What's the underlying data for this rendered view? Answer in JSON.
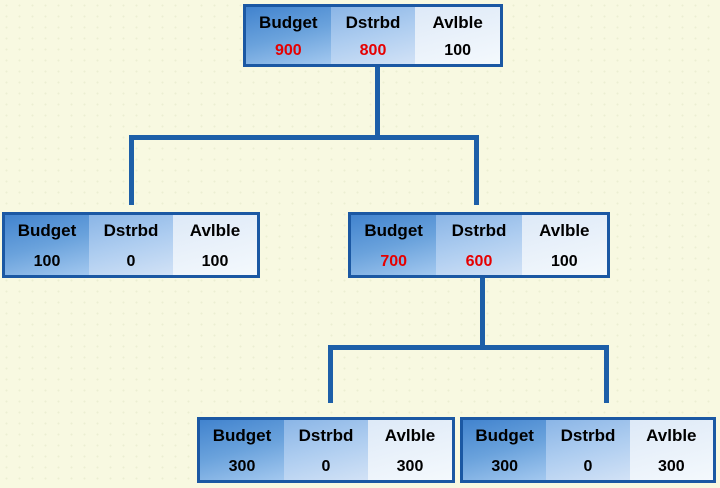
{
  "diagram": {
    "title": "budget-distribution-tree",
    "background_color": "#f8f9e1",
    "connector_color": "#1d5fa8",
    "table_border_color": "#1b58a3",
    "budget_column_color": "#4183ce",
    "dstrbd_column_color": "#8ab5e6",
    "avlble_column_color": "#dde9f7",
    "red_value_color": "#e60000",
    "column_headers": [
      "Budget",
      "Dstrbd",
      "Avlble"
    ]
  },
  "nodes": {
    "root": {
      "values": [
        "900",
        "800",
        "100"
      ],
      "value_colors": [
        "red",
        "red",
        "black"
      ]
    },
    "mid_left": {
      "values": [
        "100",
        "0",
        "100"
      ],
      "value_colors": [
        "black",
        "black",
        "black"
      ]
    },
    "mid_right": {
      "values": [
        "700",
        "600",
        "100"
      ],
      "value_colors": [
        "red",
        "red",
        "black"
      ]
    },
    "bottom_left": {
      "values": [
        "300",
        "0",
        "300"
      ],
      "value_colors": [
        "black",
        "black",
        "black"
      ]
    },
    "bottom_right": {
      "values": [
        "300",
        "0",
        "300"
      ],
      "value_colors": [
        "black",
        "black",
        "black"
      ]
    }
  }
}
